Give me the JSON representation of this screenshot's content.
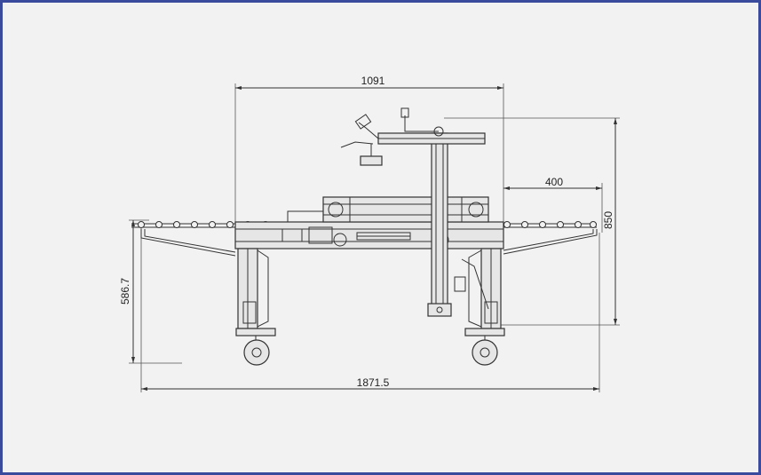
{
  "dimensions": {
    "top_width": "1091",
    "right_offset": "400",
    "total_height": "850",
    "table_height": "586.7",
    "total_length": "1871.5"
  },
  "colors": {
    "frame": "#3a4a9c",
    "background": "#f2f2f2",
    "line": "#333333"
  }
}
